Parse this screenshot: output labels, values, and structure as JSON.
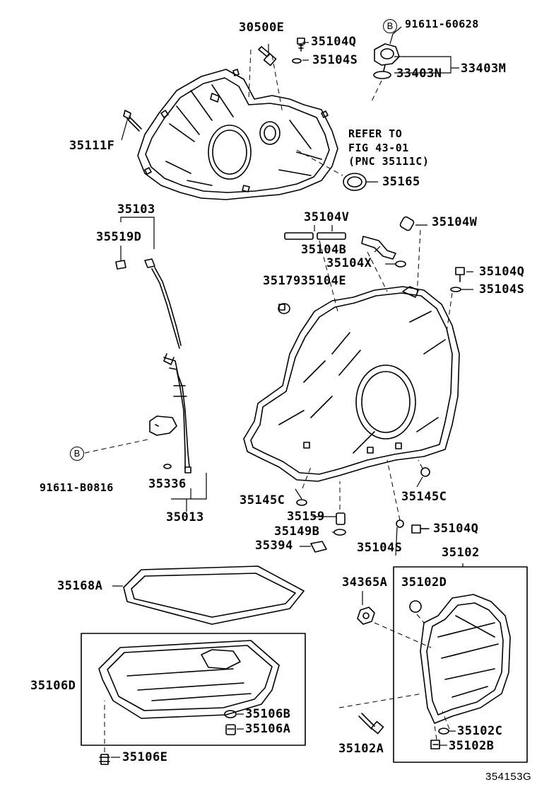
{
  "labels": {
    "l30500E": "30500E",
    "l35104Q_top": "35104Q",
    "l35104S_top": "35104S",
    "circle_b_top": "B",
    "l91611_60628": "91611-60628",
    "l33403N": "33403N",
    "l33403M": "33403M",
    "l35111F": "35111F",
    "refer_line1": "REFER TO",
    "refer_line2": "FIG 43-01",
    "refer_line3": "(PNC 35111C)",
    "l35165": "35165",
    "l35103": "35103",
    "l35519D": "35519D",
    "l35104V": "35104V",
    "l35104W": "35104W",
    "l35104B": "35104B",
    "l35104X": "35104X",
    "l35104Q_mid": "35104Q",
    "l35104S_mid": "35104S",
    "l35179_35104E": "3517935104E",
    "circle_b_left": "B",
    "l91611_B0816": "91611-B0816",
    "l35336": "35336",
    "l35013": "35013",
    "l35145C_left": "35145C",
    "l35145C_right": "35145C",
    "l35159": "35159",
    "l35149B": "35149B",
    "l35104Q_low": "35104Q",
    "l35394": "35394",
    "l35104S_low": "35104S",
    "l35102": "35102",
    "l35168A": "35168A",
    "l34365A": "34365A",
    "l35102D": "35102D",
    "l35106D": "35106D",
    "l35106B": "35106B",
    "l35106A": "35106A",
    "l35102C": "35102C",
    "l35102B": "35102B",
    "l35102A": "35102A",
    "l35106E": "35106E",
    "figure_id": "354153G"
  }
}
